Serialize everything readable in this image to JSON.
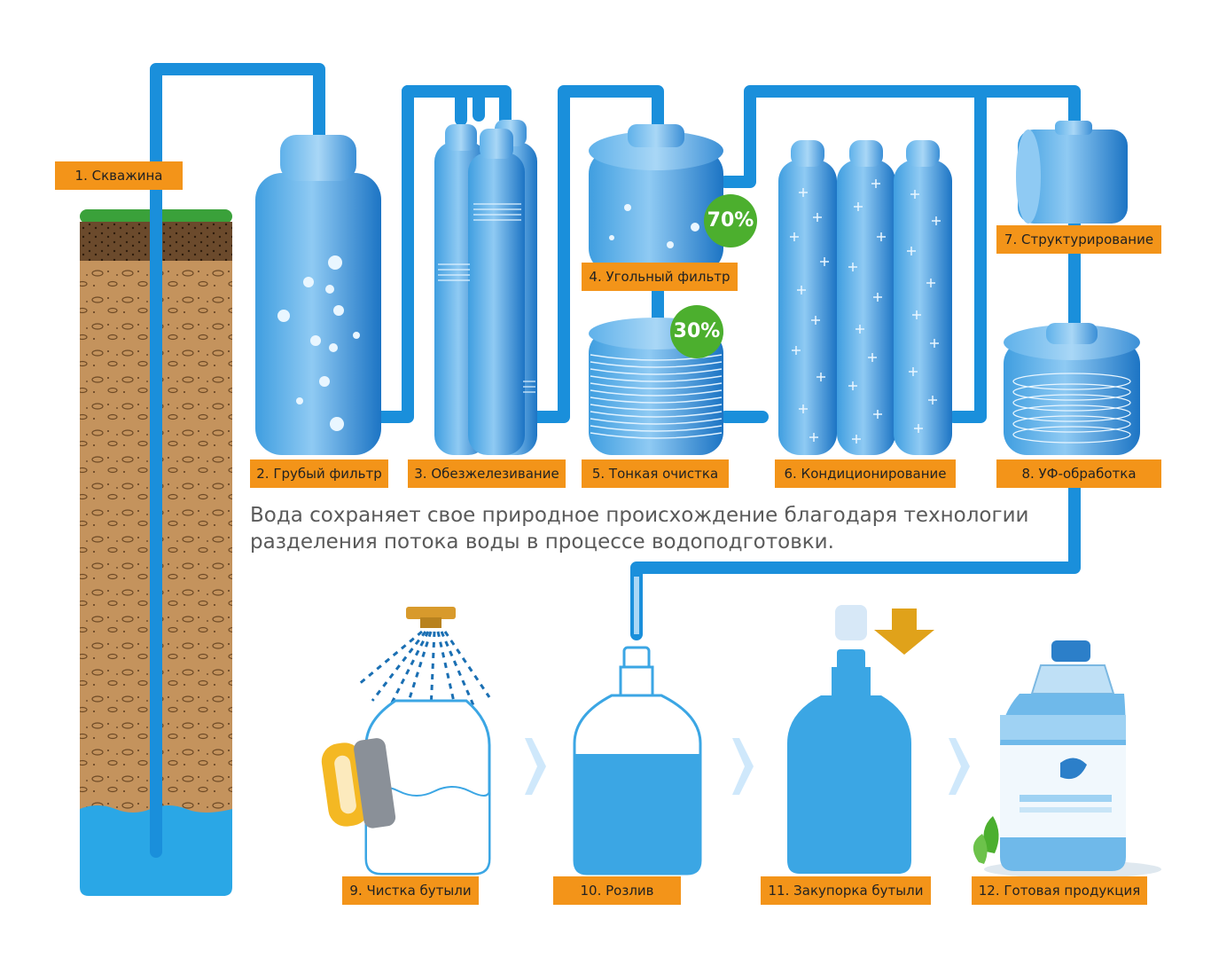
{
  "steps": [
    {
      "label": "1. Скважина"
    },
    {
      "label": "2. Грубый фильтр"
    },
    {
      "label": "3. Обезжелезивание"
    },
    {
      "label": "4. Угольный фильтр"
    },
    {
      "label": "5. Тонкая очистка"
    },
    {
      "label": "6. Кондиционирование"
    },
    {
      "label": "7. Структурирование"
    },
    {
      "label": "8. УФ-обработка"
    },
    {
      "label": "9. Чистка бутыли"
    },
    {
      "label": "10. Розлив"
    },
    {
      "label": "11. Закупорка бутыли"
    },
    {
      "label": "12. Готовая продукция"
    }
  ],
  "split": {
    "upper": "70%",
    "lower": "30%"
  },
  "caption": {
    "line1": "Вода сохраняет свое природное происхождение благодаря технологии",
    "line2": "разделения потока воды в процессе водоподготовки."
  },
  "colors": {
    "label_bg": "#f39419",
    "pipe": "#1a8fdb",
    "badge": "#4caf2e",
    "soil": "#c4935d",
    "grass": "#3aa13a"
  }
}
